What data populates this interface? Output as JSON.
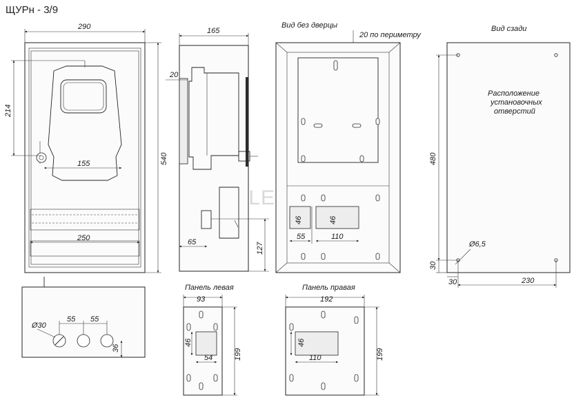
{
  "title": "ЩУРн - 3/9",
  "watermark": "ROS ELECTRIC",
  "front_view": {
    "width": "290",
    "height": "540",
    "meter_height": "214",
    "meter_span": "155",
    "rail_width": "250"
  },
  "side_view": {
    "depth": "165",
    "top_offset": "20",
    "bottom_height": "127",
    "bottom_offset": "65"
  },
  "door_view": {
    "caption": "Вид без дверцы",
    "perimeter": "20  по периметру",
    "cut1_height": "46",
    "cut2_height": "46",
    "cut1_width": "55",
    "cut2_width": "110"
  },
  "back_view": {
    "caption": "Вид сзади",
    "note_line1": "Расположение",
    "note_line2": "установочных",
    "note_line3": "отверстий",
    "height": "480",
    "hole_diameter": "Ø6,5",
    "bottom_offset": "30",
    "left_offset": "30",
    "hole_span": "230"
  },
  "bottom_view": {
    "knockout_diameter": "Ø30",
    "gap1": "55",
    "gap2": "55",
    "edge_offset": "36"
  },
  "panel_left": {
    "caption": "Панель левая",
    "width": "93",
    "height": "199",
    "cut_height": "46",
    "cut_width": "54"
  },
  "panel_right": {
    "caption": "Панель правая",
    "width": "192",
    "height": "199",
    "cut_height": "46",
    "cut_width": "110"
  }
}
